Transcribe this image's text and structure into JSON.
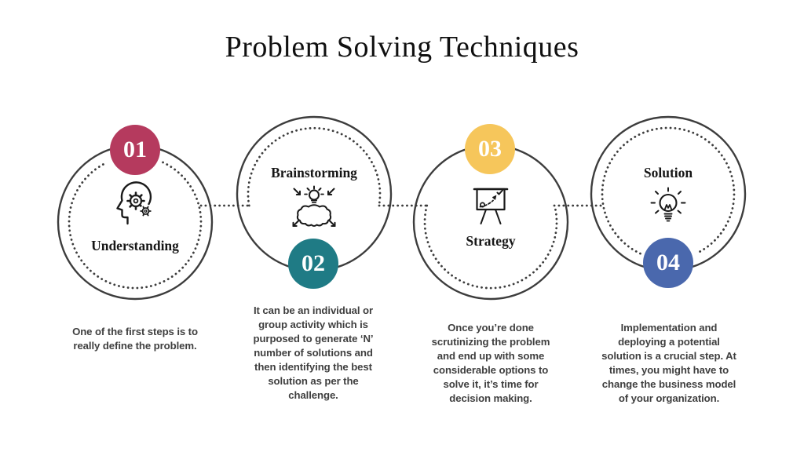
{
  "title": "Problem Solving Techniques",
  "colors": {
    "outline": "#3d3d3d",
    "icon_ink": "#1a1a1a",
    "body_text": "#3f3f3f",
    "badge_1": "#b53a5e",
    "badge_2": "#1f7b85",
    "badge_3": "#f6c65b",
    "badge_4": "#4a68ad"
  },
  "steps": [
    {
      "number": "01",
      "label": "Understanding",
      "icon": "head-gears-icon",
      "color": "#b53a5e",
      "description": "One of the first steps is to really define the problem."
    },
    {
      "number": "02",
      "label": "Brainstorming",
      "icon": "brainstorm-cloud-icon",
      "color": "#1f7b85",
      "description": "It can be an individual or group activity which is purposed to generate ‘N’ number of solutions and then identifying the best solution as per the challenge."
    },
    {
      "number": "03",
      "label": "Strategy",
      "icon": "strategy-board-icon",
      "color": "#f6c65b",
      "description": "Once you’re done scrutinizing the problem and end up with some considerable options to solve it, it’s time for decision making."
    },
    {
      "number": "04",
      "label": "Solution",
      "icon": "solution-lightbulb-icon",
      "color": "#4a68ad",
      "description": "Implementation and deploying a potential solution is a crucial step. At times, you might have to change the business model of your organization."
    }
  ]
}
